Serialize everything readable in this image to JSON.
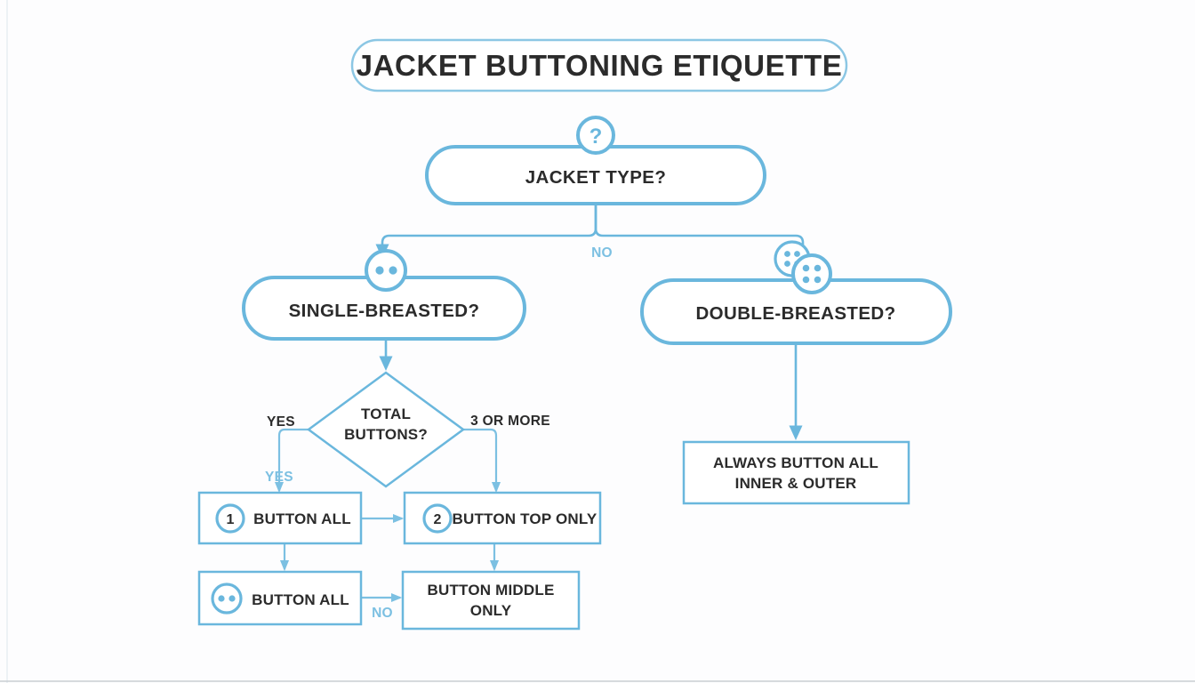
{
  "diagram": {
    "title": "JACKET BUTTONING ETIQUETTE",
    "type": "flowchart",
    "accent_color": "#6ab7dd",
    "text_color": "#2b2b2b",
    "background_color": "#fdfdfe",
    "nodes": {
      "root": {
        "label": "JACKET TYPE?",
        "shape": "pill",
        "badge_icon": "question-mark-icon",
        "badge_text": "?"
      },
      "single": {
        "label": "SINGLE-BREASTED?",
        "shape": "pill",
        "badge_icon": "two-hole-button-icon"
      },
      "double": {
        "label": "DOUBLE-BREASTED?",
        "shape": "pill",
        "badge_icon": "double-four-hole-button-icon"
      },
      "diamond": {
        "label_line1": "TOTAL",
        "label_line2": "BUTTONS?",
        "shape": "diamond"
      },
      "button_all_1": {
        "label": "BUTTON ALL",
        "shape": "rect",
        "badge_icon": "number-badge-icon",
        "badge_text": "1"
      },
      "button_top_only": {
        "label": "BUTTON TOP ONLY",
        "shape": "rect",
        "badge_icon": "number-badge-icon",
        "badge_text": "2"
      },
      "button_all_2": {
        "label": "BUTTON ALL",
        "shape": "rect",
        "badge_icon": "two-hole-button-icon"
      },
      "button_middle_only": {
        "label_line1": "BUTTON MIDDLE",
        "label_line2": "ONLY",
        "shape": "rect"
      },
      "always_button_all": {
        "label_line1": "ALWAYS BUTTON ALL",
        "label_line2": "INNER & OUTER",
        "shape": "rect"
      }
    },
    "edge_labels": {
      "root_to_double": "NO",
      "diamond_left_dark": "YES",
      "diamond_left_blue": "YES",
      "diamond_right": "3 OR MORE",
      "button_all_2_to_middle": "NO"
    }
  }
}
